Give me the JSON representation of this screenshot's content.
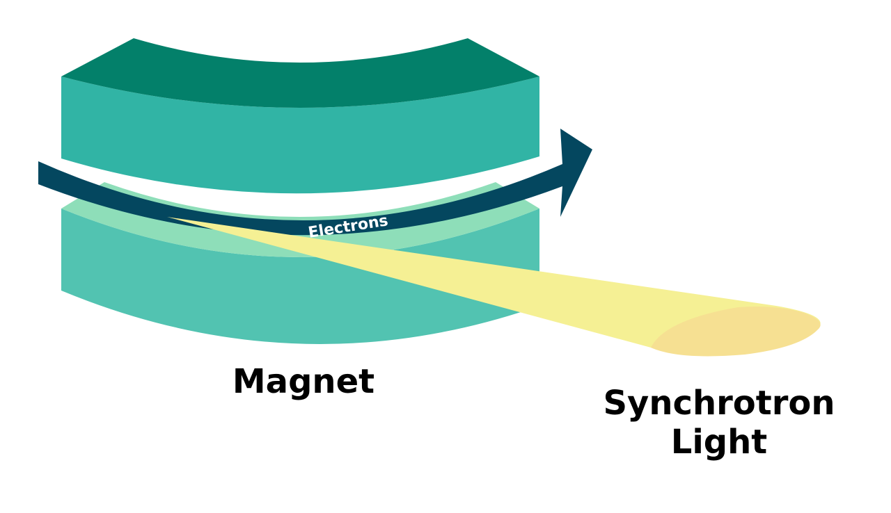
{
  "labels": {
    "magnet": "Magnet",
    "light_line1": "Synchrotron",
    "light_line2": "Light",
    "electrons": "Electrons"
  },
  "colors": {
    "magnet_top_face": "#03806A",
    "magnet_upper_side": "#31B4A5",
    "magnet_gap": "#8EDEB9",
    "magnet_lower_side": "#52C3B1",
    "electron_arrow": "#04475F",
    "light_beam": "#F5F094",
    "light_beam_end": "#F6E092",
    "text": "#000000",
    "electron_text": "#FFFFFF"
  },
  "icons": {
    "electron_path": "curved-arrow-icon",
    "light": "light-beam-icon"
  }
}
